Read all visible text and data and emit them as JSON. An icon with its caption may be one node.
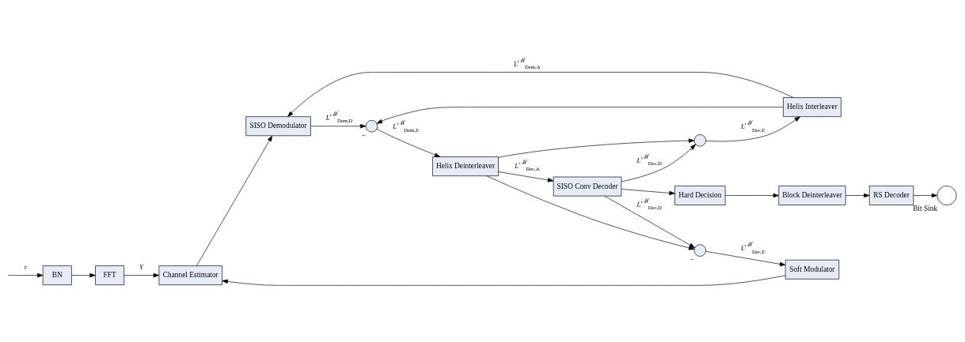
{
  "diagram": {
    "nodes": [
      {
        "text": [
          "BN"
        ]
      },
      {
        "text": [
          "FFT"
        ]
      },
      {
        "text": [
          "Channel Estimator"
        ]
      },
      {
        "text": [
          "SISO Demodulator"
        ]
      },
      {
        "text": [],
        "shape": "circle",
        "beside": [
          "−"
        ]
      },
      {
        "text": [
          "Helix Deinterleaver"
        ]
      },
      {
        "text": [
          "SISO Conv Decoder"
        ]
      },
      {
        "text": [],
        "shape": "circle",
        "beside": [
          "−"
        ]
      },
      {
        "text": [
          "Helix Interleaver"
        ]
      },
      {
        "text": [],
        "shape": "circle",
        "beside": [
          "−"
        ]
      },
      {
        "text": [
          "Soft Modulator"
        ]
      },
      {
        "text": [
          "Hard Decision"
        ]
      },
      {
        "text": [
          "Block Deinterleaver"
        ]
      },
      {
        "text": [
          "RS Decoder"
        ]
      },
      {
        "text": [
          "Bit Sink"
        ]
      }
    ],
    "edges": [
      {
        "from": null,
        "to": 0,
        "arrow": "to",
        "label": "r"
      },
      {
        "from": 0,
        "to": 1,
        "arrow": "to"
      },
      {
        "from": 1,
        "to": 2,
        "arrow": "to",
        "label": "Y"
      },
      {
        "from": 2,
        "to": 3,
        "arrow": "to"
      },
      {
        "from": 3,
        "to": 4,
        "arrow": "to",
        "label": "L$^{ℳ}$$_{Dem,D}$"
      },
      {
        "from": 4,
        "to": 5,
        "arrow": "to",
        "label": "L$^{ℳ}$$_{Dem,E}$"
      },
      {
        "from": 5,
        "to": 6,
        "arrow": "to",
        "label": "L$^{ℳ}$$_{Dec,A}$"
      },
      {
        "from": 5,
        "to": 7,
        "arrow": "to"
      },
      {
        "from": 5,
        "to": 9,
        "arrow": "to"
      },
      {
        "from": 6,
        "to": 7,
        "arrow": "to",
        "label": "L$^{ℳ}$$_{Dec,D}$"
      },
      {
        "from": 6,
        "to": 9,
        "arrow": "to",
        "label": "L$^{ℳ}$$_{Dec,D}$"
      },
      {
        "from": 7,
        "to": 8,
        "arrow": "to",
        "label": "L$^{ℳ}$$_{Dec,E}$"
      },
      {
        "from": 8,
        "to": 3,
        "arrow": "to",
        "label": "L$^{ℳ}$$_{Dem,A}$"
      },
      {
        "from": 8,
        "to": 4,
        "arrow": "to"
      },
      {
        "from": 9,
        "to": 10,
        "arrow": "to",
        "label": "L$^{ℳ}$$_{Dec,E}$"
      },
      {
        "from": 10,
        "to": 2,
        "arrow": "to"
      },
      {
        "from": 6,
        "to": 11,
        "arrow": "to"
      },
      {
        "from": 11,
        "to": 12,
        "arrow": "to"
      },
      {
        "from": 12,
        "to": 13,
        "arrow": "to"
      },
      {
        "from": 13,
        "to": 14,
        "arrow": "to"
      }
    ]
  }
}
